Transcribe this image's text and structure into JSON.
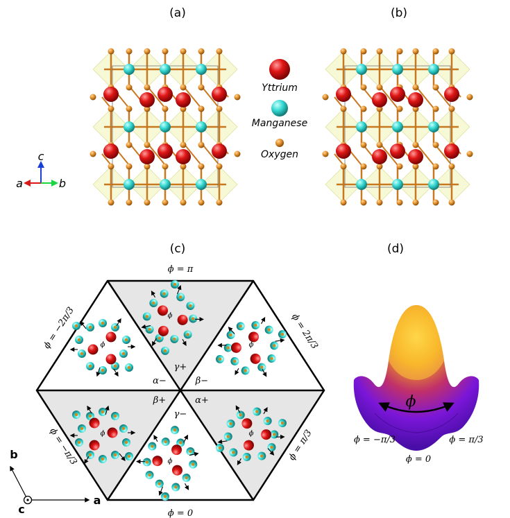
{
  "panels": {
    "a": "(a)",
    "b": "(b)",
    "c": "(c)",
    "d": "(d)"
  },
  "legend": {
    "yttrium": "Yttrium",
    "manganese": "Manganese",
    "oxygen": "Oxygen"
  },
  "axes_top": {
    "c": "c",
    "a": "a",
    "b": "b"
  },
  "axes_bottom": {
    "b": "b",
    "a": "a",
    "c": "c"
  },
  "hexagon": {
    "phi_top": "ϕ = π",
    "phi_bottom": "ϕ = 0",
    "phi_upper_left": "ϕ = −2π/3",
    "phi_upper_right": "ϕ = 2π/3",
    "phi_lower_left": "ϕ = −π/3",
    "phi_lower_right": "ϕ = π/3",
    "center_labels": {
      "alpha_minus": "α−",
      "gamma_plus": "γ+",
      "beta_minus": "β−",
      "beta_plus": "β+",
      "alpha_plus": "α+",
      "gamma_minus": "γ−"
    },
    "phi_marker": "ϕ"
  },
  "mexican_hat": {
    "phi": "ϕ",
    "left": "ϕ = −π/3",
    "right": "ϕ = π/3",
    "bottom": "ϕ = 0"
  },
  "colors": {
    "yttrium": "#d7191c",
    "manganese": "#33d6d0",
    "oxygen": "#e0902a",
    "polyhedra": "#eef2b5",
    "gray_triangle": "#e6e6e6"
  }
}
